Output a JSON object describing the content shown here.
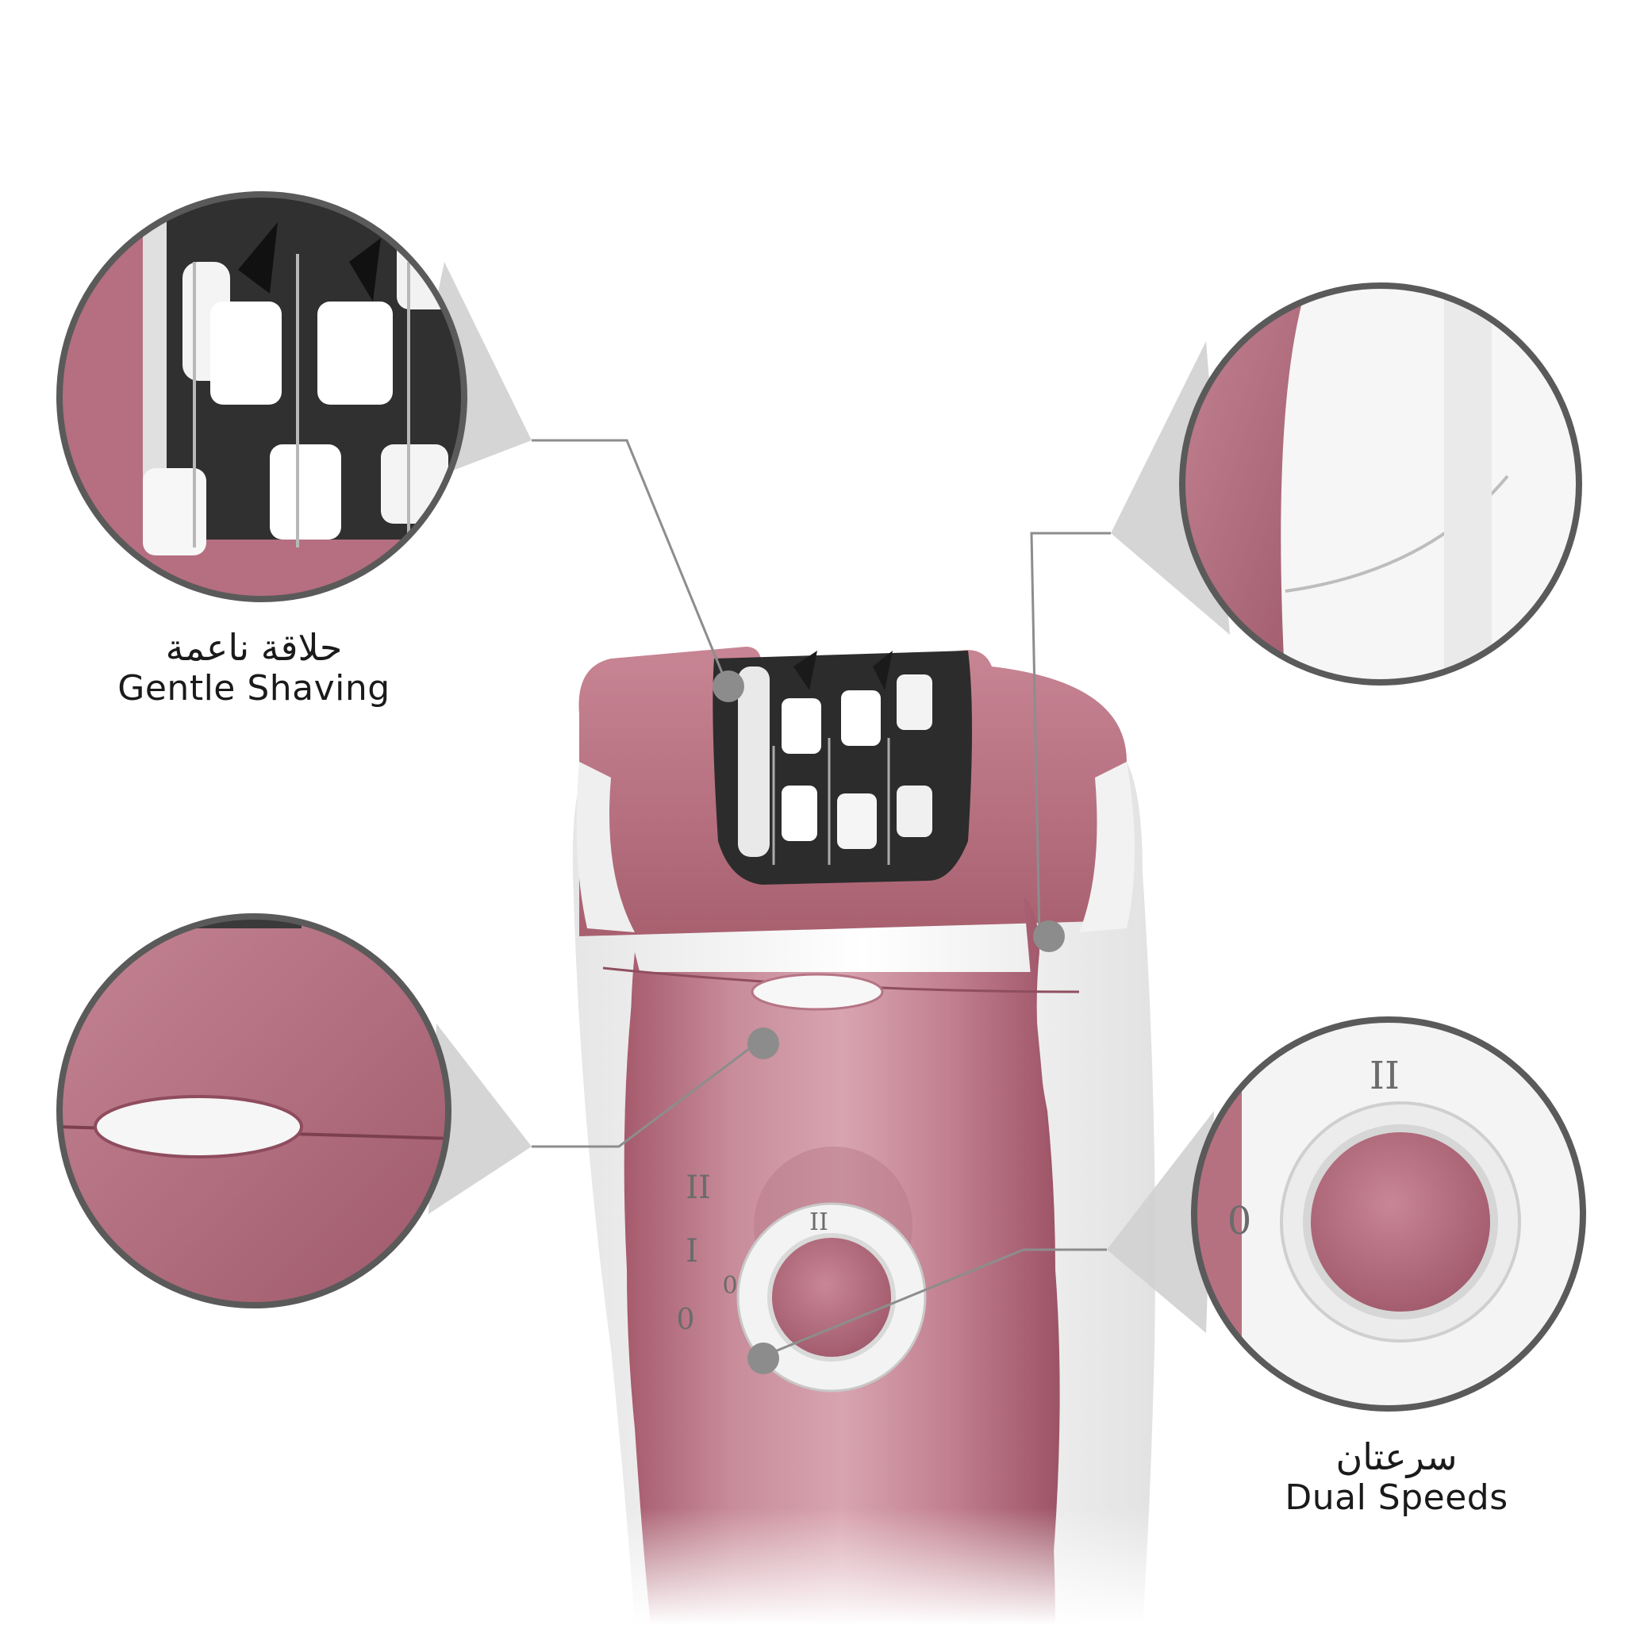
{
  "callouts": {
    "gentle_shaving": {
      "arabic": "حلاقة ناعمة",
      "english": "Gentle Shaving"
    },
    "dual_speeds": {
      "arabic": "سرعتان",
      "english": "Dual Speeds"
    }
  },
  "switch_marks": {
    "side_top": "II",
    "side_mid": "I",
    "side_bottom": "0",
    "dial_top": "II",
    "dial_left": "0",
    "zoom_top": "II",
    "zoom_left": "0"
  },
  "colors": {
    "body_pink": "#c98a98",
    "body_pink_dark": "#a7596d",
    "shell_white": "#f4f4f4",
    "callout_line": "#8d8d8d",
    "circle_border": "#5a5a5a"
  }
}
